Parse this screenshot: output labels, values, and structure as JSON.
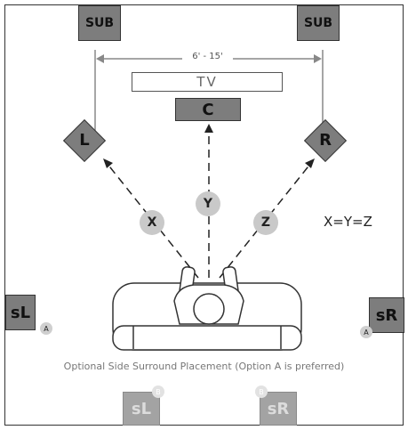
{
  "speakers": {
    "sub_left": "SUB",
    "sub_right": "SUB",
    "left": "L",
    "center": "C",
    "right": "R",
    "surround_left_a": "sL",
    "surround_right_a": "sR",
    "surround_left_b": "sL",
    "surround_right_b": "sR"
  },
  "tv_label": "TV",
  "distance_label": "6' - 15'",
  "paths": {
    "x": "X",
    "y": "Y",
    "z": "Z"
  },
  "equation": "X=Y=Z",
  "badges": {
    "a": "A",
    "b": "B"
  },
  "caption": "Optional Side Surround Placement (Option A is preferred)",
  "colors": {
    "speaker_fill": "#7d7d7d",
    "speaker_fill_optional": "#a3a3a3",
    "label_circle": "#c9c9c9",
    "outline": "#333333"
  }
}
